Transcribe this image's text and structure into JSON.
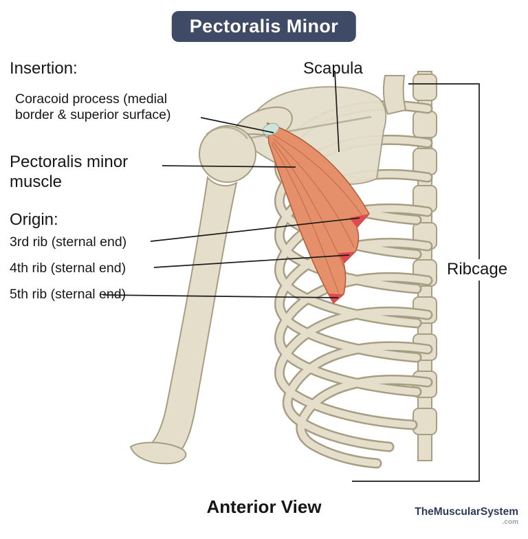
{
  "title_badge": {
    "label": "Pectoralis Minor"
  },
  "annotations": {
    "insertion": {
      "heading": "Insertion:",
      "detail": "Coracoid process (medial\nborder & superior surface)"
    },
    "scapula_label": "Scapula",
    "muscle_label": "Pectoralis minor\nmuscle",
    "origin": {
      "heading": "Origin:",
      "items": [
        {
          "label": "3rd rib (sternal end)"
        },
        {
          "label": "4th rib (sternal end)"
        },
        {
          "label": "5th rib (sternal end)"
        }
      ]
    },
    "ribcage_label": "Ribcage"
  },
  "footer": {
    "view_label": "Anterior View",
    "brand": "TheMuscularSystem",
    "brand_suffix": ".com"
  },
  "colors": {
    "badge_bg": "#3e4a66",
    "bone_fill": "#e4decb",
    "bone_stroke": "#a79d82",
    "muscle_fill": "#e6906b",
    "muscle_stroke": "#b05a34",
    "muscle_tip": "#e04b52",
    "tendon": "#cfe2dc",
    "line": "#1a1a1a",
    "brand": "#2e3a5c"
  }
}
